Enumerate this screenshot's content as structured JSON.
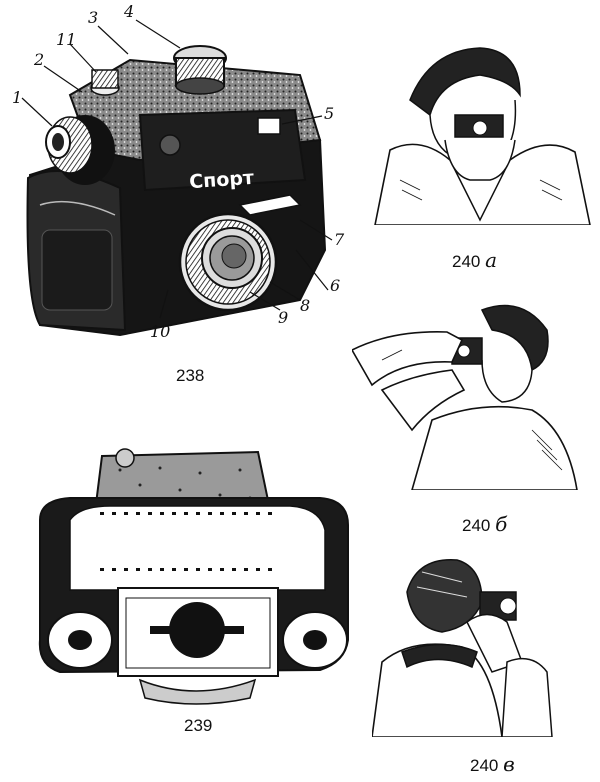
{
  "figure_238": {
    "caption": "238",
    "brand_plate": "Спорт",
    "callouts": [
      "1",
      "2",
      "3",
      "4",
      "5",
      "6",
      "7",
      "8",
      "9",
      "10",
      "11"
    ]
  },
  "figure_239": {
    "caption": "239"
  },
  "figure_240a": {
    "number": "240",
    "letter": "а"
  },
  "figure_240b": {
    "number": "240",
    "letter": "б"
  },
  "figure_240v": {
    "number": "240",
    "letter": "в"
  },
  "colors": {
    "ink": "#111111",
    "paper": "#ffffff",
    "body_gray": "#6b6b6b"
  }
}
